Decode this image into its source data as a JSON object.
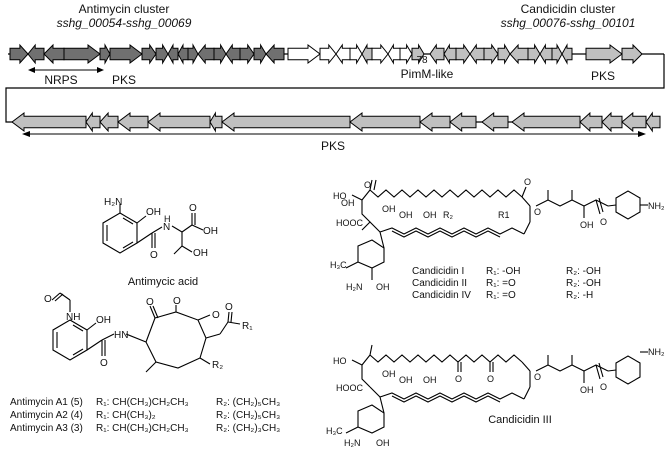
{
  "clusters": {
    "antimycin": {
      "title": "Antimycin cluster",
      "range": "sshg_00054-sshg_00069"
    },
    "candicidin": {
      "title": "Candicidin cluster",
      "range": "sshg_00076-sshg_00101"
    }
  },
  "gene_labels": {
    "nrps": "NRPS",
    "pks_top": "PKS",
    "pimm": "PimM-like",
    "number": "78",
    "pks_right": "PKS",
    "pks_bottom": "PKS"
  },
  "colors": {
    "antimycin_gene": "#707070",
    "candicidin_gene": "#c0c0c0",
    "white_gene": "#ffffff",
    "outline": "#000000"
  },
  "antimycin_acid": {
    "name": "Antimycic acid",
    "atoms": {
      "h2n": "H₂N",
      "oh": "OH",
      "nh": "H",
      "n": "N",
      "o": "O",
      "cooh": "OH",
      "oh2": "OH"
    }
  },
  "antimycin": {
    "atoms": {
      "cho_o": "O",
      "nh_top": "NH",
      "oh": "OH",
      "hn": "HN",
      "co_o": "O",
      "ring_o1": "O",
      "ring_o2": "O",
      "ester_o": "O",
      "acyl_o": "O",
      "r1": "R₁",
      "r2": "R₂"
    },
    "rows": [
      {
        "name": "Antimycin A1 (5)",
        "r1": "R₁: CH(CH₃)CH₂CH₃",
        "r2": "R₂: (CH₂)₅CH₃"
      },
      {
        "name": "Antimycin A2 (4)",
        "r1": "R₁: CH(CH₃)₂",
        "r2": "R₂: (CH₂)₅CH₃"
      },
      {
        "name": "Antimycin A3 (3)",
        "r1": "R₁: CH(CH₃)CH₂CH₃",
        "r2": "R₂: (CH₂)₃CH₃"
      }
    ]
  },
  "candicidin": {
    "atoms": {
      "ho": "HO",
      "hooc": "HOOC",
      "oh": "OH",
      "r2": "R₂",
      "r1": "R1",
      "nh2": "NH₂",
      "h3c": "H₃C",
      "h2n": "H₂N",
      "o": "O"
    },
    "rows": [
      {
        "name": "Candicidin I",
        "r1": "R₁: -OH",
        "r2": "R₂: -OH"
      },
      {
        "name": "Candicidin II",
        "r1": "R₁: =O",
        "r2": "R₂: -OH"
      },
      {
        "name": "Candicidin IV",
        "r1": "R₁: =O",
        "r2": "R₂: -H"
      }
    ],
    "name_iii": "Candicidin III"
  }
}
